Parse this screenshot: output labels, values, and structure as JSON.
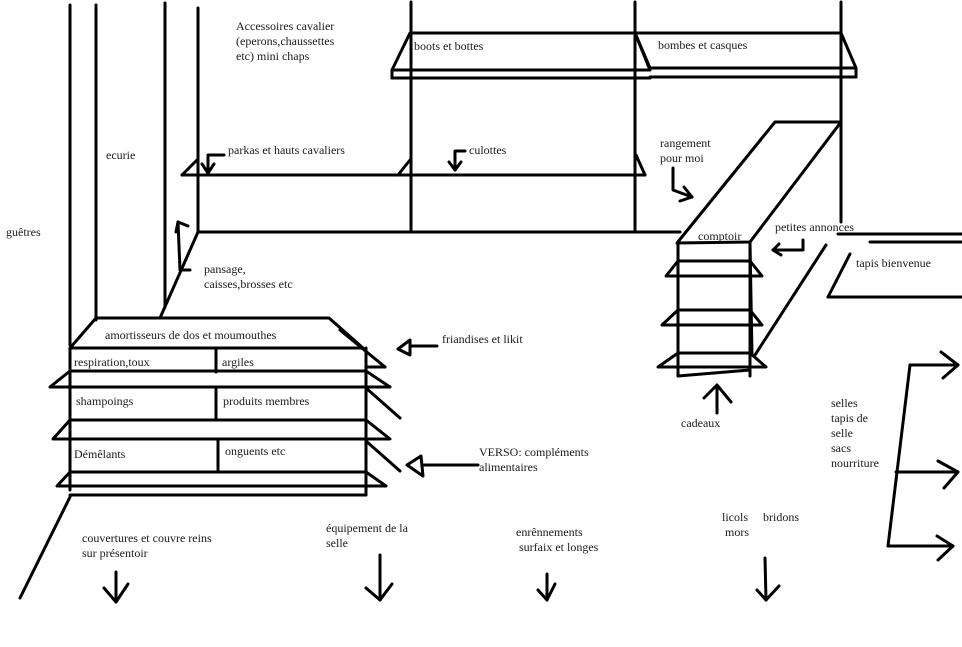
{
  "title": "Plan du magasin d'équitation",
  "colors": {
    "ink": "#000000",
    "background": "#ffffff"
  },
  "labels": {
    "accessoires": "Accessoires cavalier\n(eperons,chaussettes\netc) mini chaps",
    "boots": "boots et bottes",
    "bombes": "bombes et casques",
    "ecurie": "ecurie",
    "guetres": "guêtres",
    "parkas": "parkas et hauts cavaliers",
    "culottes": "culottes",
    "rangement": "rangement\npour moi",
    "comptoir": "comptoir",
    "petites_annonces": "petites annonces",
    "tapis_bienvenue": "tapis bienvenue",
    "pansage": "pansage,\ncaisses,brosses etc",
    "amortisseurs": "amortisseurs de dos et moumouthes",
    "respiration": "respiration,toux",
    "argiles": "argiles",
    "shampoings": "shampoings",
    "produits_membres": "produits membres",
    "demelants": "Démêlants",
    "onguents": "onguents etc",
    "friandises": "friandises et likit",
    "verso": "VERSO: compléments\nalimentaires",
    "cadeaux": "cadeaux",
    "selles": "selles\ntapis de\nselle\nsacs\nnourriture",
    "couvertures": "couvertures et couvre reins\nsur présentoir",
    "equipement": "équipement de la\nselle",
    "enrennements": "enrênnements\n surfaix et longes",
    "licols": "licols     bridons\n mors"
  }
}
